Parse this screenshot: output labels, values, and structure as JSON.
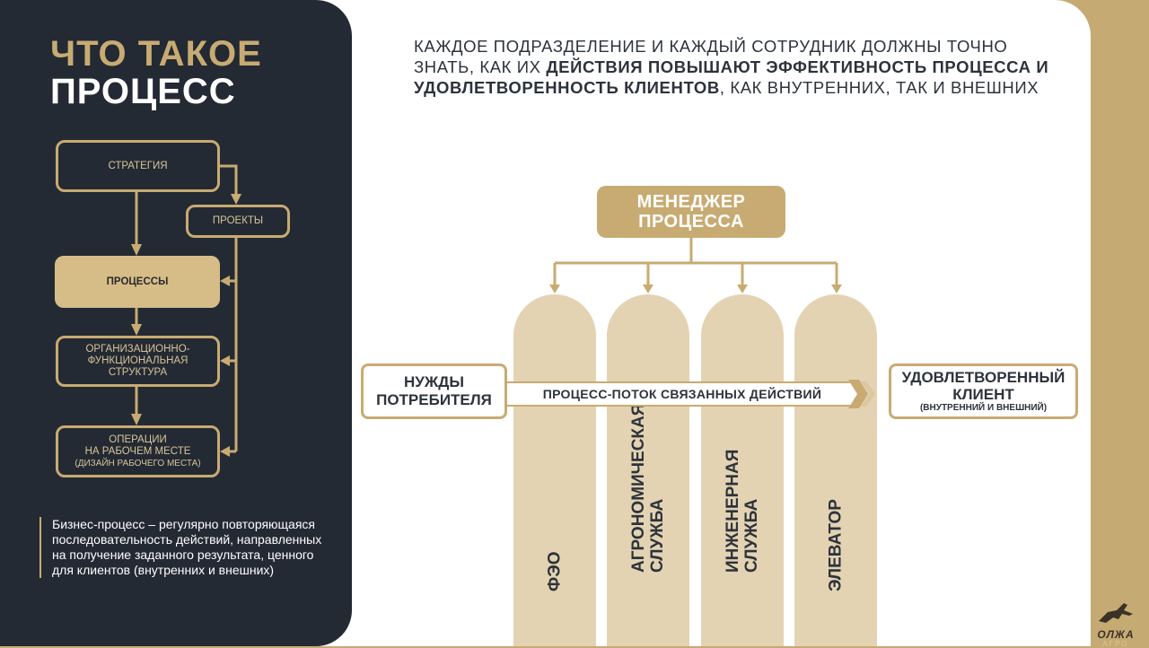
{
  "title": {
    "line1": "ЧТО ТАКОЕ",
    "line2": "ПРОЦЕСС"
  },
  "flow": {
    "strategy": "СТРАТЕГИЯ",
    "projects": "ПРОЕКТЫ",
    "processes": "ПРОЦЕССЫ",
    "org": [
      "ОРГАНИЗАЦИОННО-",
      "ФУНКЦИОНАЛЬНАЯ",
      "СТРУКТУРА"
    ],
    "ops": [
      "ОПЕРАЦИИ",
      "НА РАБОЧЕМ  МЕСТЕ",
      "(ДИЗАЙН РАБОЧЕГО МЕСТА)"
    ]
  },
  "definition": "Бизнес-процесс – регулярно повторяющаяся последовательность действий, направленных на получение заданного результата, ценного для клиентов (внутренних и внешних)",
  "headline": {
    "part1": "КАЖДОЕ ПОДРАЗДЕЛЕНИЕ И КАЖДЫЙ СОТРУДНИК ДОЛЖНЫ ТОЧНО ЗНАТЬ, КАК ИХ ",
    "bold": "ДЕЙСТВИЯ ПОВЫШАЮТ ЭФФЕКТИВНОСТЬ ПРОЦЕССА И УДОВЛЕТВОРЕННОСТЬ КЛИЕНТОВ",
    "part2": ", КАК ВНУТРЕННИХ, ТАК И ВНЕШНИХ"
  },
  "manager": [
    "МЕНЕДЖЕР",
    "ПРОЦЕССА"
  ],
  "columns": [
    "ФЭО",
    "АГРОНОМИЧЕСКАЯ СЛУЖБА",
    "ИНЖЕНЕРНАЯ СЛУЖБА",
    "ЭЛЕВАТОР"
  ],
  "columns_lines": [
    [
      "ФЭО"
    ],
    [
      "АГРОНОМИЧЕСКАЯ",
      "СЛУЖБА"
    ],
    [
      "ИНЖЕНЕРНАЯ",
      "СЛУЖБА"
    ],
    [
      "ЭЛЕВАТОР"
    ]
  ],
  "needs": [
    "НУЖДЫ",
    "ПОТРЕБИТЕЛЯ"
  ],
  "flow_band": "ПРОЦЕСС-ПОТОК  СВЯЗАННЫХ ДЕЙСТВИЙ",
  "client": {
    "line1": "УДОВЛЕТВОРЕННЫЙ",
    "line2": "КЛИЕНТ",
    "sub": "(ВНУТРЕННИЙ И ВНЕШНИЙ)"
  },
  "logo": "ОЛЖА АГРО",
  "colors": {
    "dark": "#232a33",
    "gold": "#c8ab72",
    "pale": "#e3d3b3"
  }
}
